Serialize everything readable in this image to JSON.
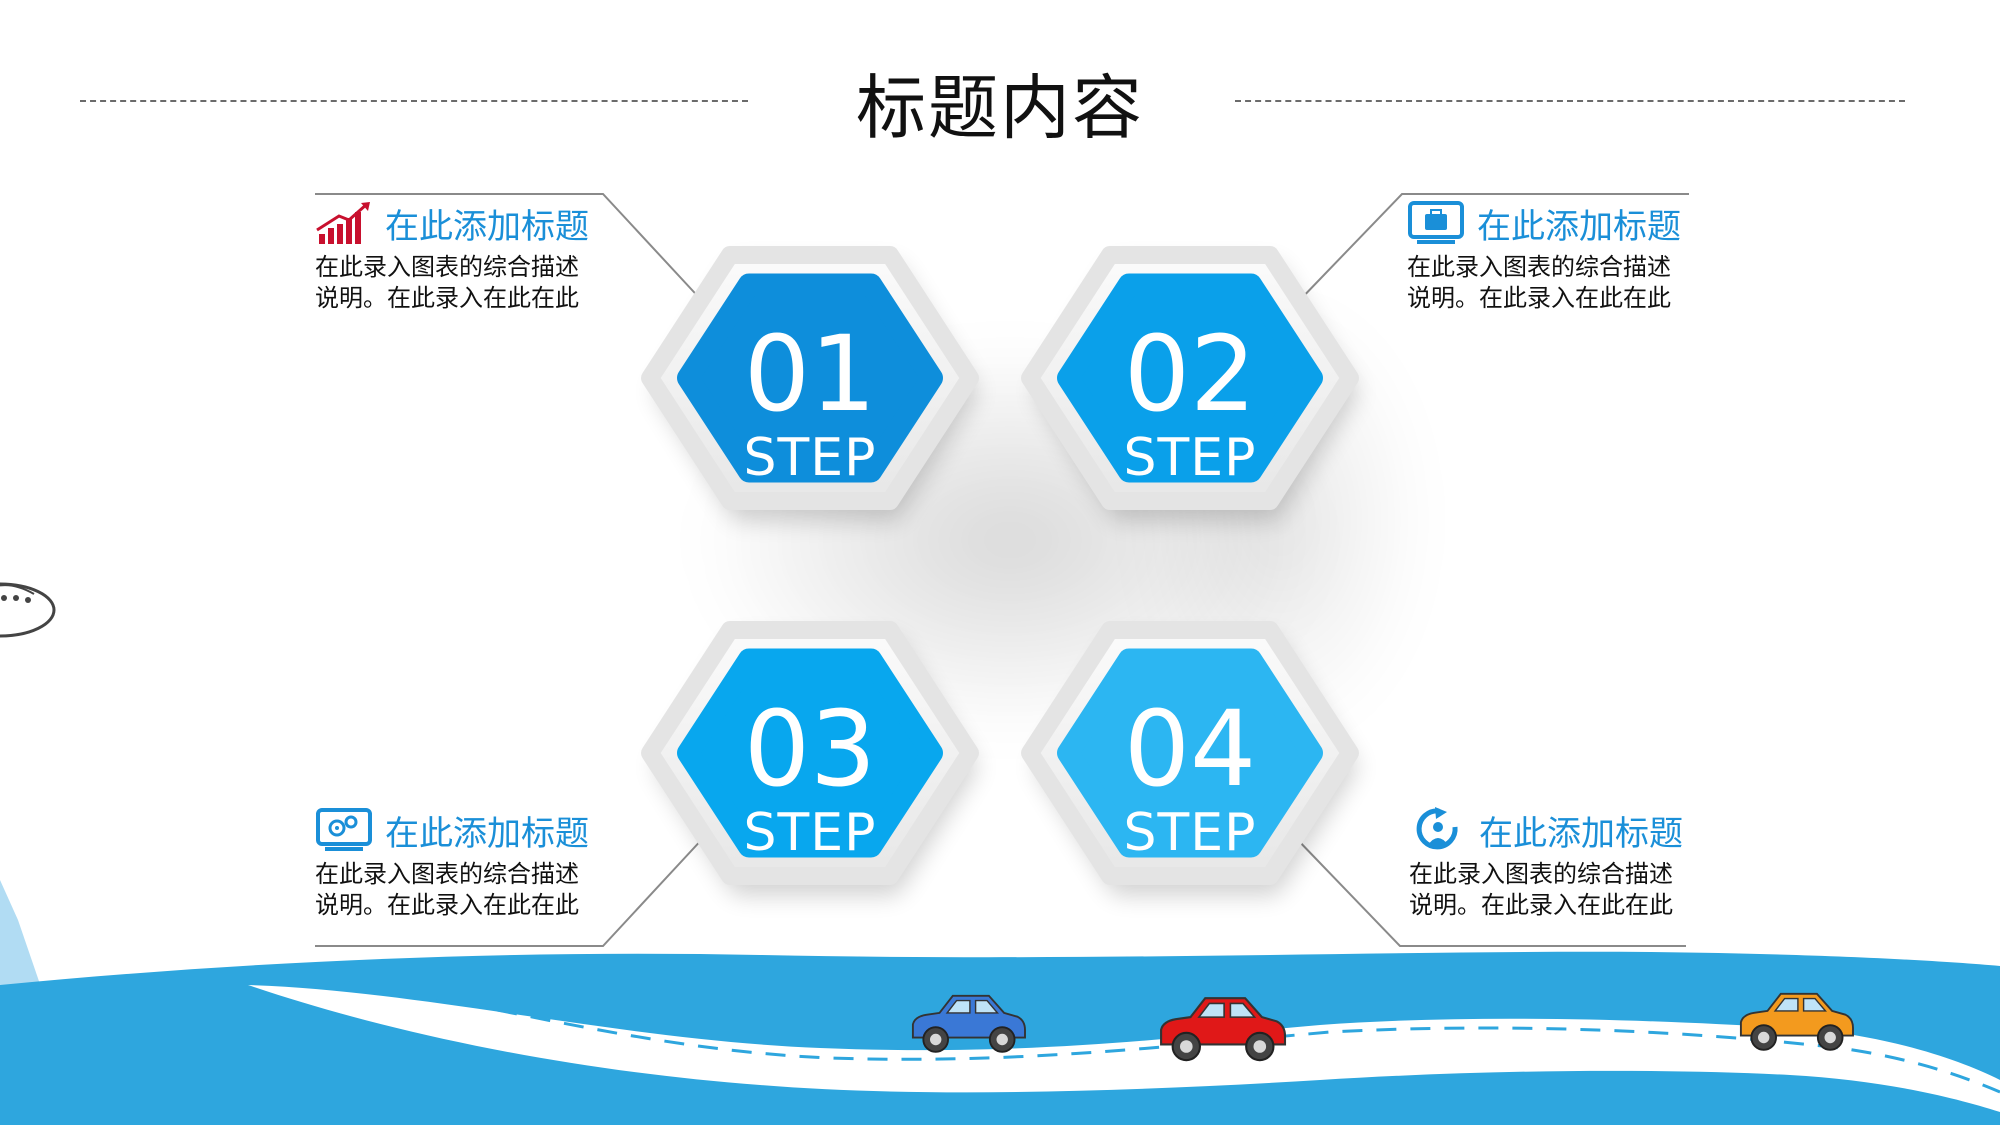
{
  "title": "标题内容",
  "colors": {
    "accent_blue": "#1a8fd8",
    "hex_blue_1": "#0e8edb",
    "hex_blue_2": "#0aa0ea",
    "hex_blue_3": "#08a7ee",
    "hex_blue_4": "#2cb6f2",
    "wave_blue": "#2ea6de",
    "chart_icon_red": "#c8102e"
  },
  "steps": [
    {
      "num": "01",
      "label": "STEP"
    },
    {
      "num": "02",
      "label": "STEP"
    },
    {
      "num": "03",
      "label": "STEP"
    },
    {
      "num": "04",
      "label": "STEP"
    }
  ],
  "info_blocks": [
    {
      "icon": "bar-chart-icon",
      "heading": "在此添加标题",
      "line1": "在此录入图表的综合描述",
      "line2": "说明。在此录入在此在此"
    },
    {
      "icon": "briefcase-monitor-icon",
      "heading": "在此添加标题",
      "line1": "在此录入图表的综合描述",
      "line2": "说明。在此录入在此在此"
    },
    {
      "icon": "gear-monitor-icon",
      "heading": "在此添加标题",
      "line1": "在此录入图表的综合描述",
      "line2": "说明。在此录入在此在此"
    },
    {
      "icon": "refresh-person-icon",
      "heading": "在此添加标题",
      "line1": "在此录入图表的综合描述",
      "line2": "说明。在此录入在此在此"
    }
  ],
  "cars": [
    {
      "name": "blue-car",
      "color": "#3a78d6"
    },
    {
      "name": "red-car",
      "color": "#e01818"
    },
    {
      "name": "orange-car",
      "color": "#f39a1e"
    }
  ]
}
